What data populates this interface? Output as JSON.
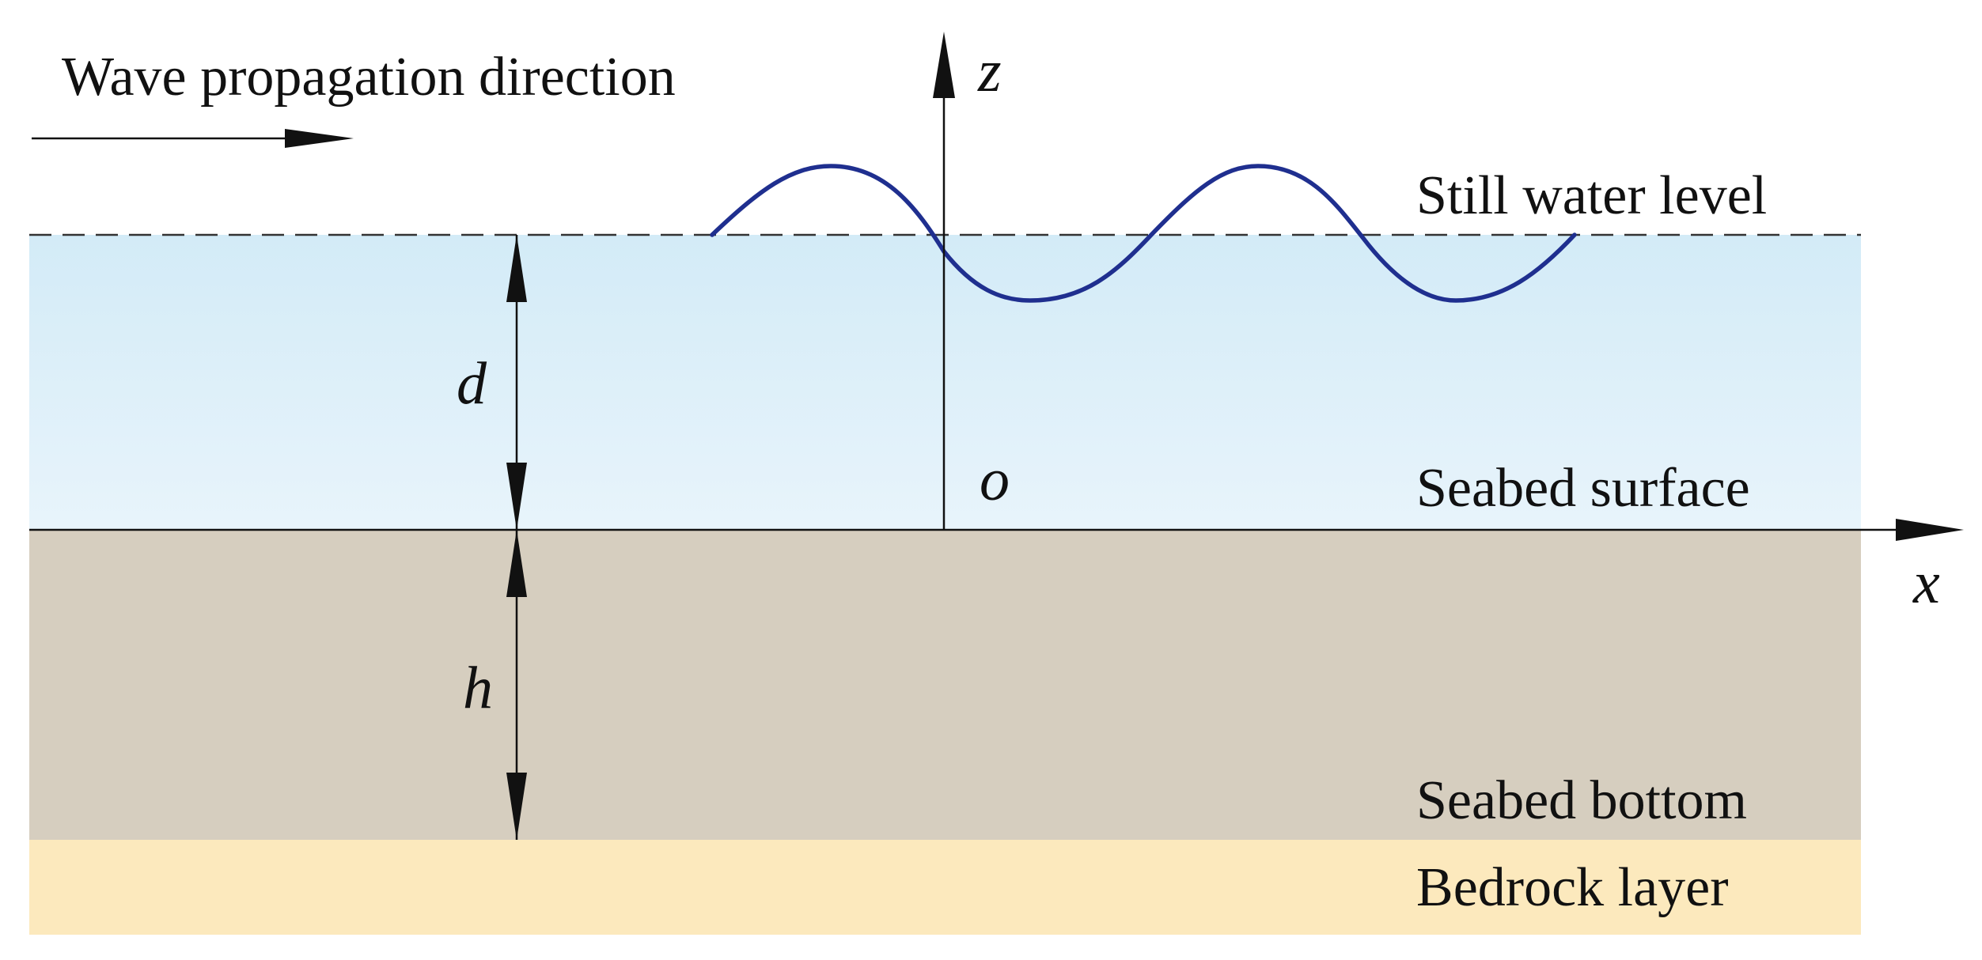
{
  "labels": {
    "wave_direction": "Wave propagation direction",
    "still_water_level": "Still water level",
    "seabed_surface": "Seabed surface",
    "seabed_bottom": "Seabed bottom",
    "bedrock_layer": "Bedrock layer"
  },
  "symbols": {
    "z_axis": "z",
    "x_axis": "x",
    "origin": "o",
    "water_depth": "d",
    "seabed_thickness": "h"
  },
  "colors": {
    "water_top": "#d3ebf7",
    "water_bottom": "#e8f4fb",
    "seabed": "#d6cebf",
    "bedrock": "#fce9bd",
    "wave": "#1f2f8f",
    "lines": "#111111"
  }
}
